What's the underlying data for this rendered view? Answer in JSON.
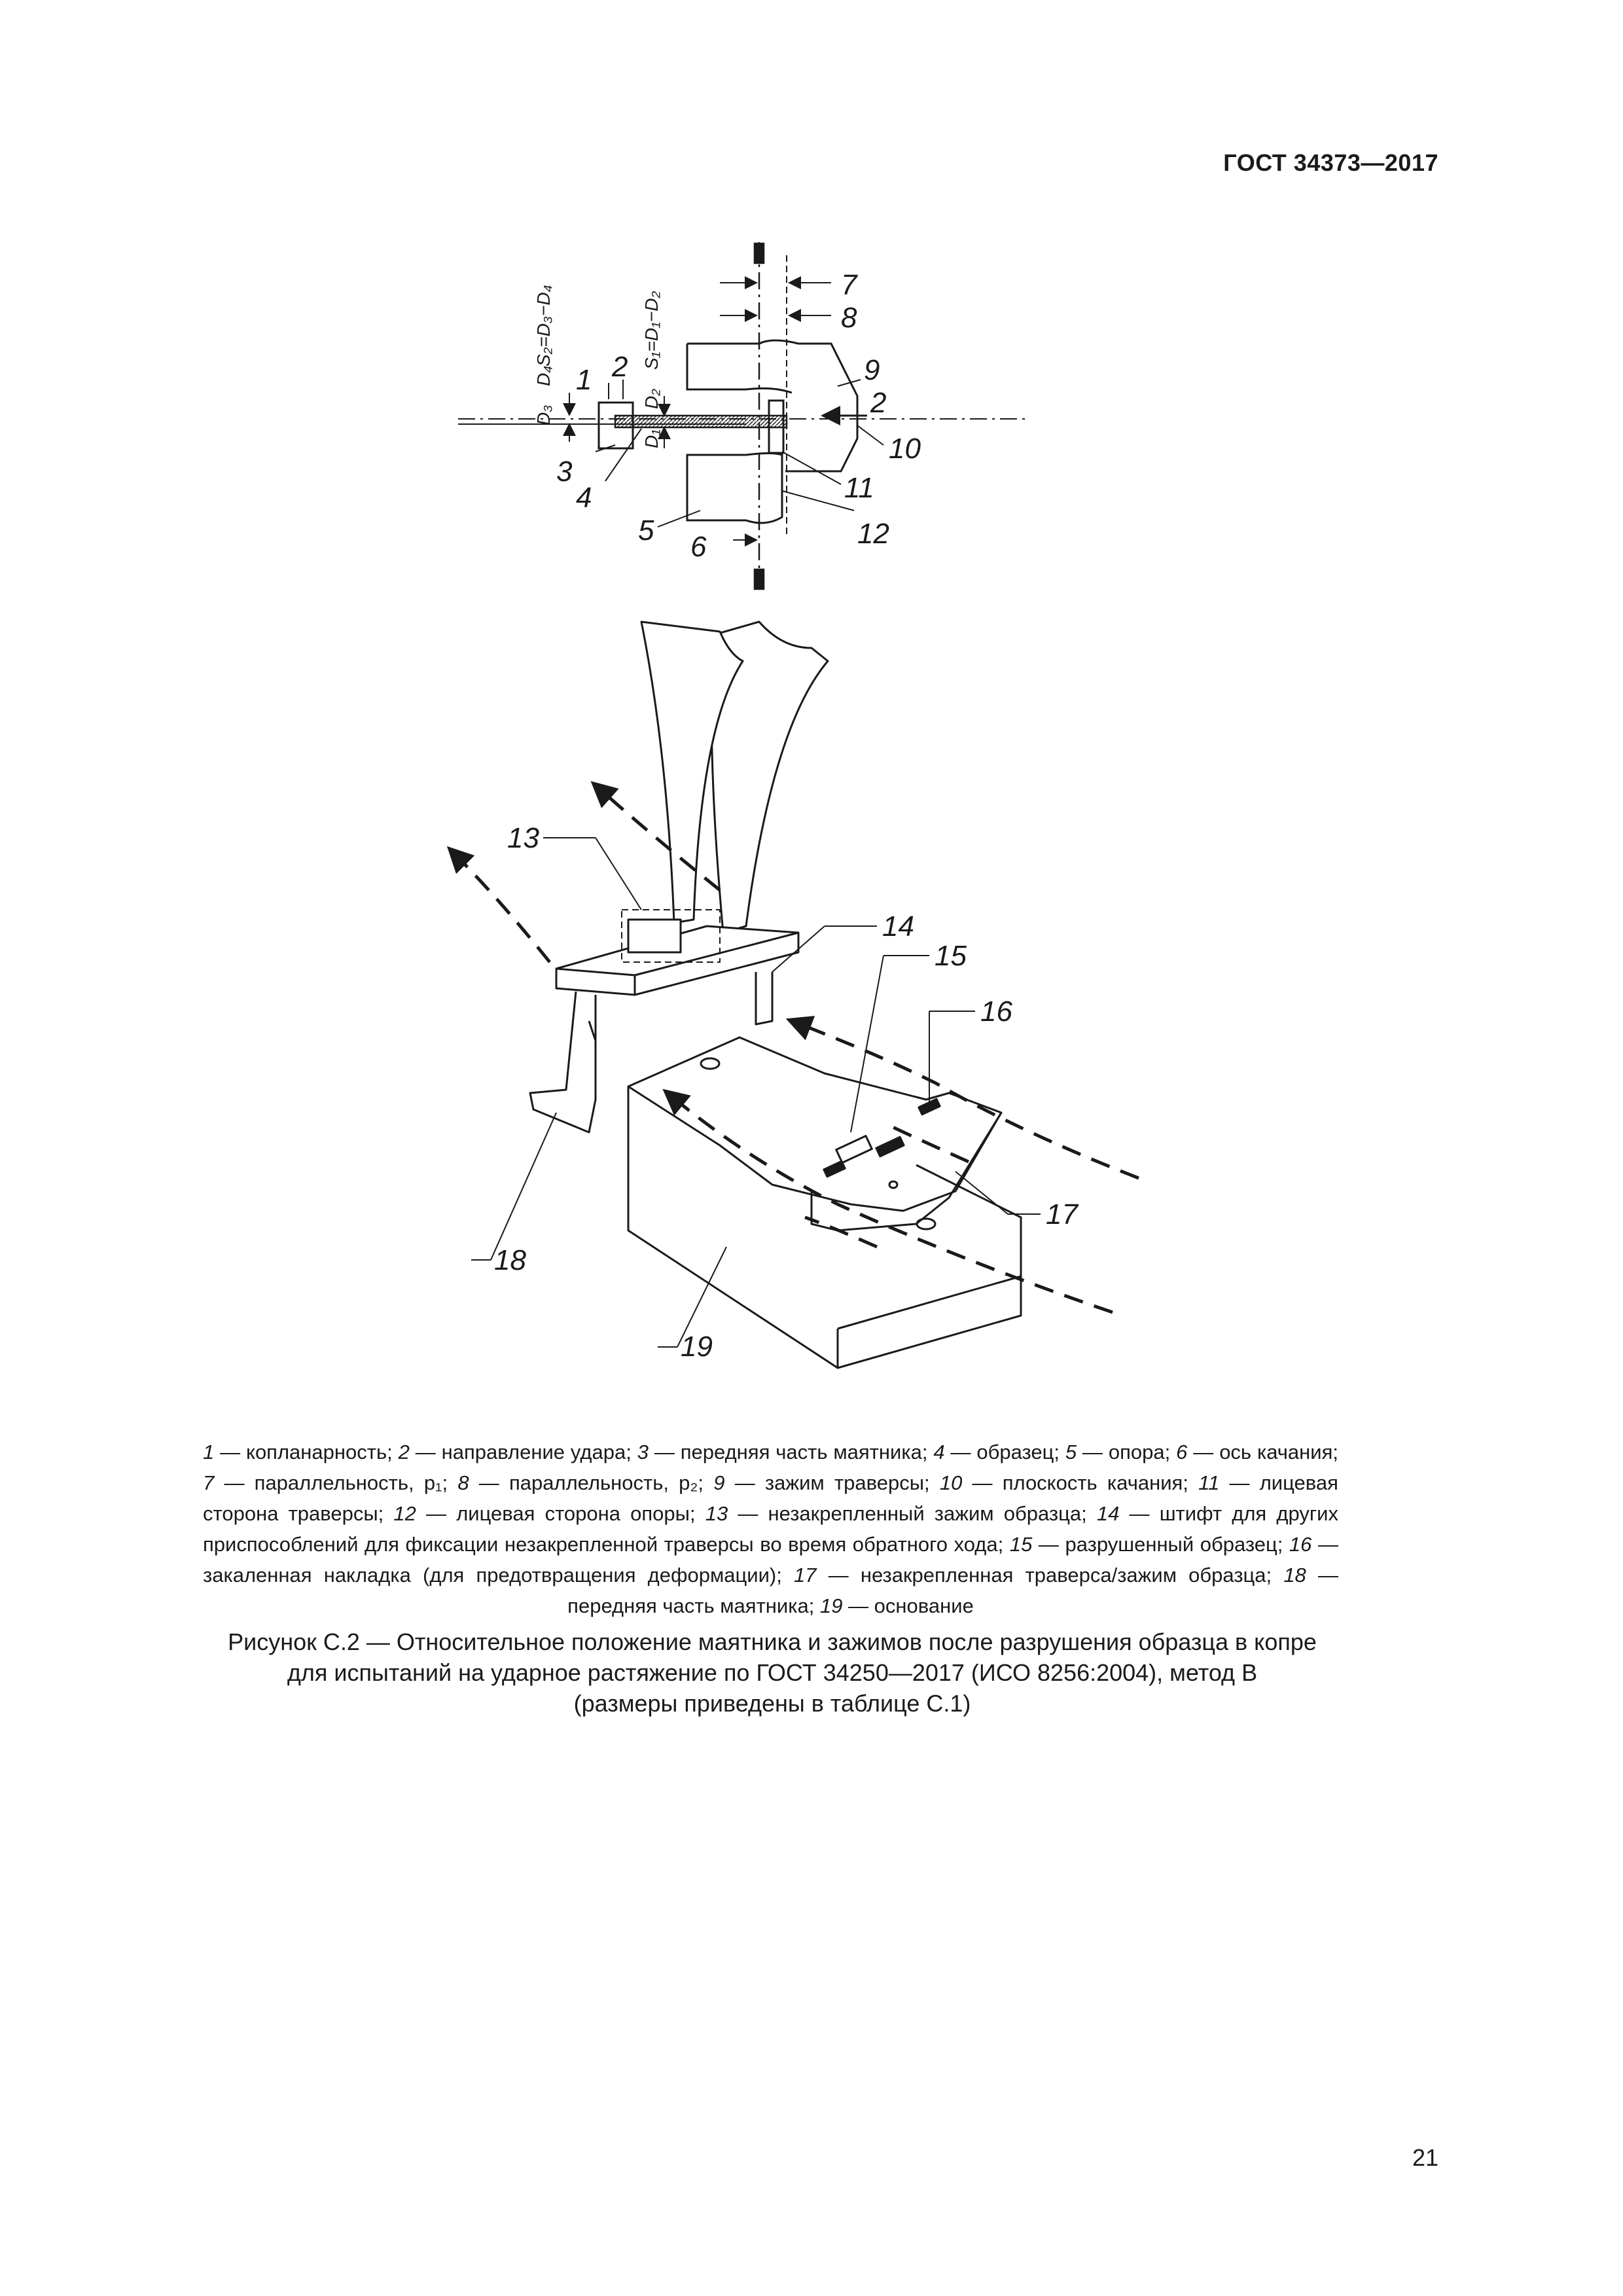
{
  "header": {
    "standard": "ГОСТ 34373—2017"
  },
  "figure": {
    "dim_labels": {
      "s2": "S₂=D₃−D₄",
      "s1": "S₁=D₁−D₂",
      "d4": "D₄",
      "d3": "D₃",
      "d2": "D₂",
      "d1": "D₁"
    },
    "labels": [
      "1",
      "2",
      "3",
      "4",
      "5",
      "6",
      "7",
      "8",
      "9",
      "2",
      "10",
      "11",
      "12",
      "13",
      "14",
      "15",
      "16",
      "17",
      "18",
      "19"
    ]
  },
  "legend": {
    "items": [
      {
        "num": "1",
        "text": "копланарность;"
      },
      {
        "num": "2",
        "text": "направление удара;"
      },
      {
        "num": "3",
        "text": "передняя часть маятника;"
      },
      {
        "num": "4",
        "text": "образец;"
      },
      {
        "num": "5",
        "text": "опора;"
      },
      {
        "num": "6",
        "text": "ось качания;"
      },
      {
        "num": "7",
        "text": "параллельность, p₁;"
      },
      {
        "num": "8",
        "text": "параллельность, p₂;"
      },
      {
        "num": "9",
        "text": "зажим траверсы;"
      },
      {
        "num": "10",
        "text": "плоскость качания;"
      },
      {
        "num": "11",
        "text": "лицевая сторона траверсы;"
      },
      {
        "num": "12",
        "text": "лицевая сторона опоры;"
      },
      {
        "num": "13",
        "text": "незакрепленный зажим образца;"
      },
      {
        "num": "14",
        "text": "штифт для других приспособлений для фиксации незакрепленной траверсы во время обратного хода;"
      },
      {
        "num": "15",
        "text": "разрушенный образец;"
      },
      {
        "num": "16",
        "text": "закаленная накладка (для предотвращения деформации);"
      },
      {
        "num": "17",
        "text": "незакрепленная траверса/зажим образца;"
      },
      {
        "num": "18",
        "text": "передняя часть маятника;"
      },
      {
        "num": "19",
        "text": "основание"
      }
    ]
  },
  "caption": {
    "line1": "Рисунок С.2 — Относительное положение маятника и зажимов после разрушения образца в копре",
    "line2": "для испытаний на ударное растяжение по ГОСТ 34250—2017 (ИСО 8256:2004), метод В",
    "line3": "(размеры приведены в таблице С.1)"
  },
  "page_number": "21"
}
